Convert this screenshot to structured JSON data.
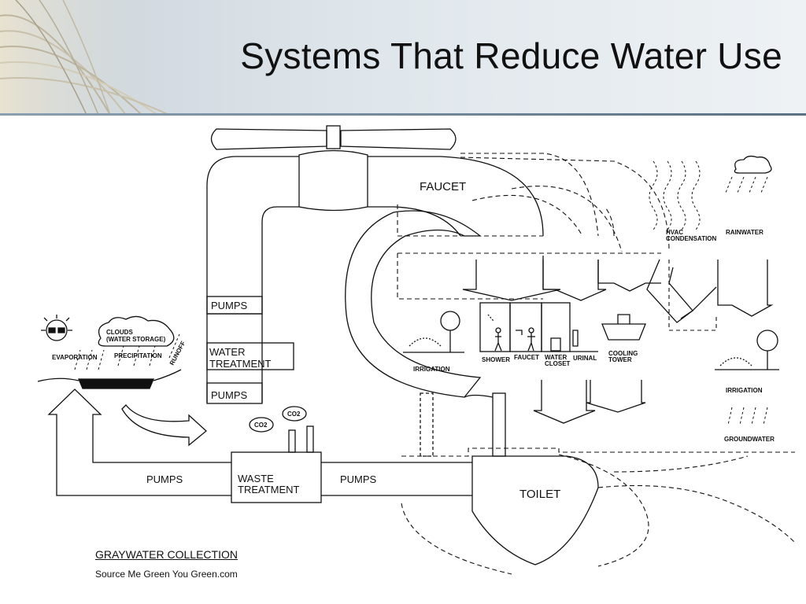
{
  "slide": {
    "title": "Systems That Reduce Water Use",
    "caption": "GRAYWATER COLLECTION",
    "source": "Source Me Green You Green.com"
  },
  "labels": {
    "faucet_main": "FAUCET",
    "pumps_upper": "PUMPS",
    "water_treatment_1": "WATER",
    "water_treatment_2": "TREATMENT",
    "pumps_lower": "PUMPS",
    "pumps_left": "PUMPS",
    "waste_treatment_1": "WASTE",
    "waste_treatment_2": "TREATMENT",
    "pumps_right": "PUMPS",
    "toilet": "TOILET",
    "clouds_1": "CLOUDS",
    "clouds_2": "(WATER STORAGE)",
    "evaporation": "EVAPORATION",
    "precipitation": "PRECIPITATION",
    "runoff": "RUNOFF",
    "co2_a": "CO2",
    "co2_b": "CO2",
    "irrigation_left": "IRRIGATION",
    "shower": "SHOWER",
    "faucet_small": "FAUCET",
    "water_closet_1": "WATER",
    "water_closet_2": "CLOSET",
    "urinal": "URINAL",
    "cooling_tower_1": "COOLING",
    "cooling_tower_2": "TOWER",
    "hvac_1": "HVAC",
    "hvac_2": "CONDENSATION",
    "rainwater": "RAINWATER",
    "irrigation_right": "IRRIGATION",
    "groundwater": "GROUNDWATER"
  }
}
